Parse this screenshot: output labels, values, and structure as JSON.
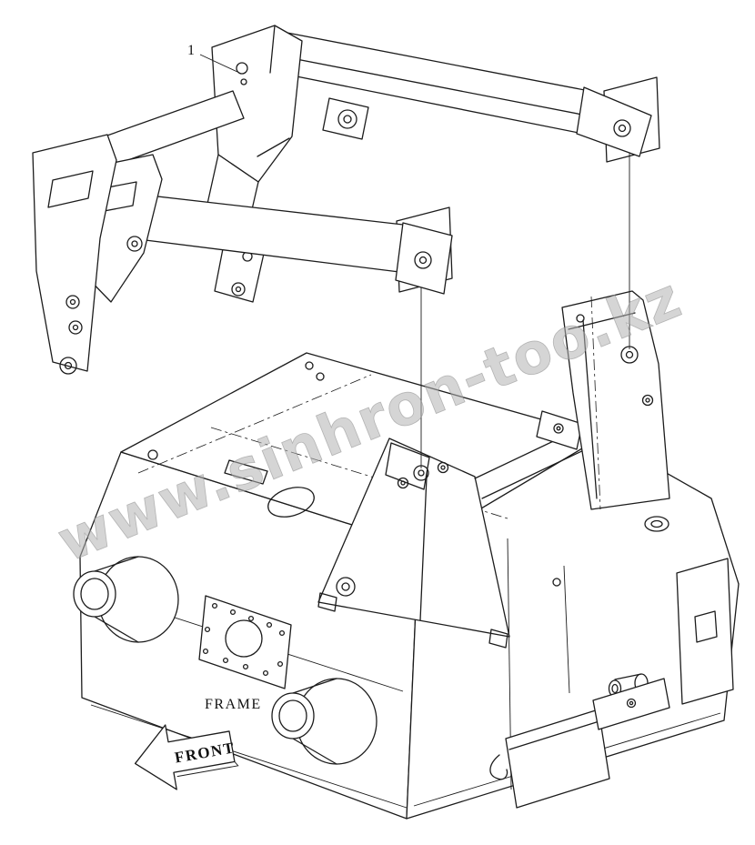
{
  "page": {
    "background_color": "#ffffff"
  },
  "diagram": {
    "type": "exploded-parts-diagram",
    "callouts": [
      {
        "number": "1",
        "target": "lift-arm-assembly"
      }
    ],
    "labels": {
      "frame": "FRAME",
      "front": "FRONT"
    },
    "watermark": {
      "text": "www.sinhron-too.kz"
    },
    "colors": {
      "line": "#1c1c1c",
      "watermark": "#b3b3b3",
      "background": "#ffffff"
    },
    "parts": [
      {
        "name": "lift-arm-assembly",
        "callout": "1"
      },
      {
        "name": "main-frame",
        "label": "FRAME"
      }
    ]
  }
}
